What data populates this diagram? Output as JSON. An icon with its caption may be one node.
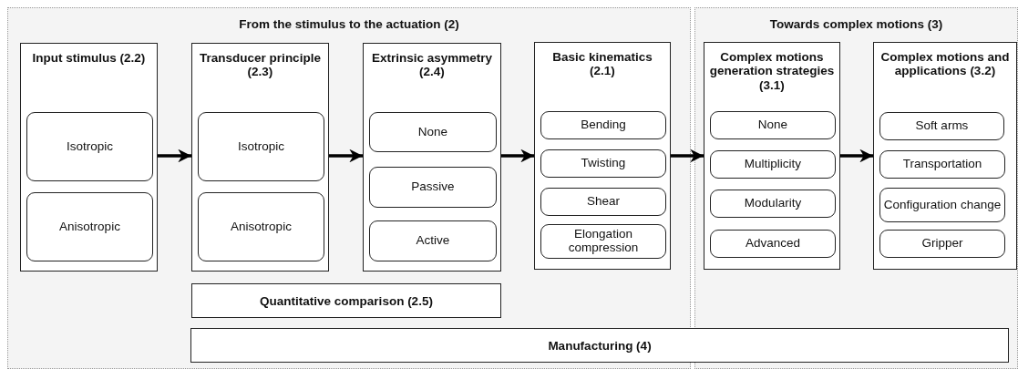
{
  "diagram": {
    "nodes": [
      {
        "text": [
          "From the stimulus to the actuation (2)"
        ]
      },
      {
        "text": [
          "Input stimulus (2.2)"
        ],
        "in": 0
      },
      {
        "text": [
          "Isotropic"
        ],
        "in": 1
      },
      {
        "text": [
          "Anisotropic"
        ],
        "in": 1
      },
      {
        "text": [
          "Transducer principle (2.3)"
        ],
        "in": 0
      },
      {
        "text": [
          "Isotropic"
        ],
        "in": 4
      },
      {
        "text": [
          "Anisotropic"
        ],
        "in": 4
      },
      {
        "text": [
          "Extrinsic asymmetry (2.4)"
        ],
        "in": 0
      },
      {
        "text": [
          "None"
        ],
        "in": 7
      },
      {
        "text": [
          "Passive"
        ],
        "in": 7
      },
      {
        "text": [
          "Active"
        ],
        "in": 7
      },
      {
        "text": [
          "Basic kinematics (2.1)"
        ],
        "in": 0
      },
      {
        "text": [
          "Bending"
        ],
        "in": 11
      },
      {
        "text": [
          "Twisting"
        ],
        "in": 11
      },
      {
        "text": [
          "Shear"
        ],
        "in": 11
      },
      {
        "text": [
          "Elongation compression"
        ],
        "in": 11
      },
      {
        "text": [
          "Quantitative comparison (2.5)"
        ],
        "in": 0
      },
      {
        "text": [
          "Towards complex motions (3)"
        ]
      },
      {
        "text": [
          "Complex motions generation strategies (3.1)"
        ],
        "in": 17
      },
      {
        "text": [
          "None"
        ],
        "in": 18
      },
      {
        "text": [
          "Multiplicity"
        ],
        "in": 18
      },
      {
        "text": [
          "Modularity"
        ],
        "in": 18
      },
      {
        "text": [
          "Advanced"
        ],
        "in": 18
      },
      {
        "text": [
          "Complex motions and applications (3.2)"
        ],
        "in": 17
      },
      {
        "text": [
          "Soft arms"
        ],
        "in": 23
      },
      {
        "text": [
          "Transportation"
        ],
        "in": 23
      },
      {
        "text": [
          "Configuration change"
        ],
        "in": 23
      },
      {
        "text": [
          "Gripper"
        ],
        "in": 23
      },
      {
        "text": [
          "Manufacturing (4)"
        ]
      }
    ],
    "edges": [
      {
        "from": 1,
        "to": 4,
        "arrow": "to"
      },
      {
        "from": 4,
        "to": 7,
        "arrow": "to"
      },
      {
        "from": 7,
        "to": 11,
        "arrow": "to"
      },
      {
        "from": 11,
        "to": 18,
        "arrow": "to"
      },
      {
        "from": 18,
        "to": 23,
        "arrow": "to"
      }
    ]
  }
}
